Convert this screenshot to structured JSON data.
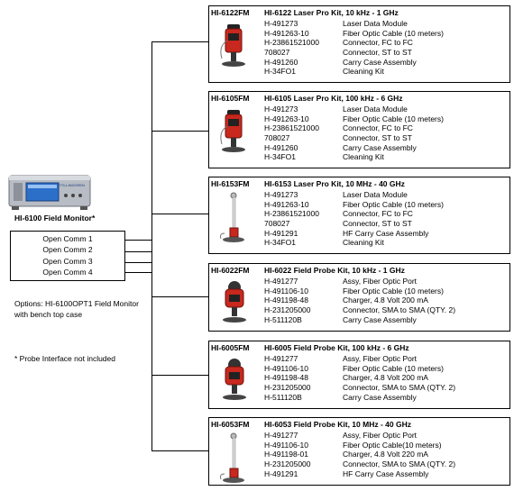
{
  "monitor": {
    "label": "HI-6100 Field Monitor*",
    "screen_text": "ETS-LINDGREN",
    "ports": [
      "Open Comm 1",
      "Open Comm 2",
      "Open Comm 3",
      "Open Comm 4"
    ]
  },
  "options_note": "Options:  HI-6100OPT1 Field Monitor with bench top case",
  "footnote": "* Probe Interface not included",
  "colors": {
    "device_red": "#c8281e",
    "monitor_body": "#b8bcc4",
    "line": "#000000"
  },
  "kits": [
    {
      "code": "HI-6122FM",
      "title": "HI-6122 Laser Pro Kit, 10 kHz - 1 GHz",
      "icon": "laser-probe-icon",
      "items": [
        {
          "pn": "H-491273",
          "desc": "Laser Data Module"
        },
        {
          "pn": "H-491263-10",
          "desc": "Fiber Optic Cable (10 meters)"
        },
        {
          "pn": "H-23861521000",
          "desc": "Connector, FC to FC"
        },
        {
          "pn": "708027",
          "desc": "Connector, ST to ST"
        },
        {
          "pn": "H-491260",
          "desc": "Carry Case Assembly"
        },
        {
          "pn": "H-34FO1",
          "desc": "Cleaning Kit"
        }
      ]
    },
    {
      "code": "HI-6105FM",
      "title": "HI-6105 Laser Pro Kit, 100 kHz - 6 GHz",
      "icon": "laser-probe-icon",
      "items": [
        {
          "pn": "H-491273",
          "desc": "Laser Data Module"
        },
        {
          "pn": "H-491263-10",
          "desc": "Fiber Optic Cable (10 meters)"
        },
        {
          "pn": "H-23861521000",
          "desc": "Connector, FC to FC"
        },
        {
          "pn": "708027",
          "desc": "Connector, ST to ST"
        },
        {
          "pn": "H-491260",
          "desc": "Carry Case Assembly"
        },
        {
          "pn": "H-34FO1",
          "desc": "Cleaning Kit"
        }
      ]
    },
    {
      "code": "HI-6153FM",
      "title": "HI-6153 Laser Pro Kit, 10 MHz - 40 GHz",
      "icon": "rod-probe-icon",
      "items": [
        {
          "pn": "H-491273",
          "desc": "Laser Data Module"
        },
        {
          "pn": "H-491263-10",
          "desc": "Fiber Optic Cable (10 meters)"
        },
        {
          "pn": "H-23861521000",
          "desc": "Connector, FC to FC"
        },
        {
          "pn": "708027",
          "desc": "Connector, ST to ST"
        },
        {
          "pn": "H-491291",
          "desc": "HF Carry Case Assembly"
        },
        {
          "pn": "H-34FO1",
          "desc": "Cleaning Kit"
        }
      ]
    },
    {
      "code": "HI-6022FM",
      "title": "HI-6022 Field Probe Kit, 10 kHz - 1 GHz",
      "icon": "field-probe-icon",
      "items": [
        {
          "pn": "H-491277",
          "desc": "Assy, Fiber Optic Port"
        },
        {
          "pn": "H-491106-10",
          "desc": "Fiber Optic Cable (10 meters)"
        },
        {
          "pn": "H-491198-48",
          "desc": "Charger, 4.8 Volt 200 mA"
        },
        {
          "pn": "H-231205000",
          "desc": "Connector, SMA to SMA (QTY. 2)"
        },
        {
          "pn": "H-511120B",
          "desc": "Carry Case Assembly"
        }
      ]
    },
    {
      "code": "HI-6005FM",
      "title": "HI-6005 Field Probe Kit, 100 kHz - 6 GHz",
      "icon": "field-probe-icon",
      "items": [
        {
          "pn": "H-491277",
          "desc": "Assy, Fiber Optic Port"
        },
        {
          "pn": "H-491106-10",
          "desc": "Fiber Optic Cable (10 meters)"
        },
        {
          "pn": "H-491198-48",
          "desc": "Charger, 4.8 Volt 200 mA"
        },
        {
          "pn": "H-231205000",
          "desc": "Connector, SMA to SMA (QTY. 2)"
        },
        {
          "pn": "H-511120B",
          "desc": "Carry Case Assembly"
        }
      ]
    },
    {
      "code": "HI-6053FM",
      "title": "HI-6053 Field Probe Kit, 10 MHz - 40 GHz",
      "icon": "rod-probe-icon",
      "items": [
        {
          "pn": "H-491277",
          "desc": "Assy, Fiber Optic Port"
        },
        {
          "pn": "H-491106-10",
          "desc": "Fiber Optic Cable(10 meters)"
        },
        {
          "pn": "H-491198-01",
          "desc": "Charger, 4.8 Volt 220 mA"
        },
        {
          "pn": "H-231205000",
          "desc": "Connector, SMA to SMA (QTY. 2)"
        },
        {
          "pn": "H-491291",
          "desc": "HF Carry Case Assembly"
        }
      ]
    }
  ]
}
